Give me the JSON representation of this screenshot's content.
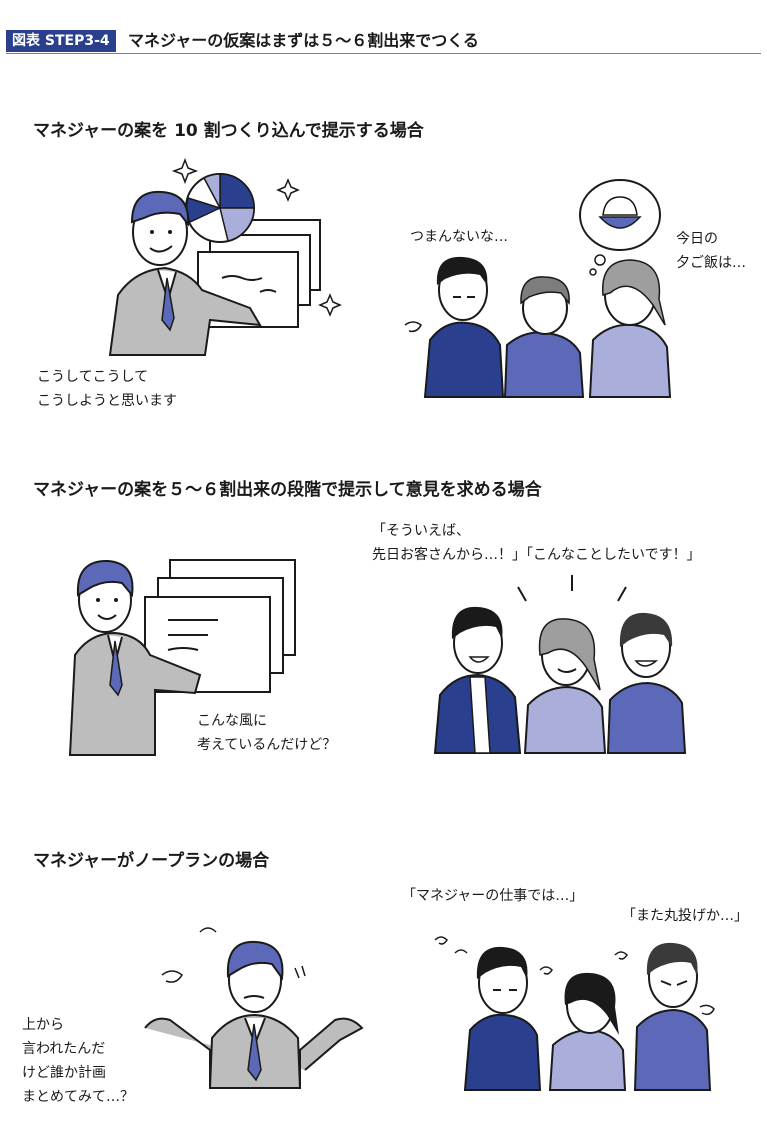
{
  "header": {
    "tag": "図表 STEP3-4",
    "title": "マネジャーの仮案はまずは５〜６割出来でつくる"
  },
  "sections": [
    {
      "title": "マネジャーの案を 10 割つくり込んで提示する場合",
      "manager_speech": [
        "こうしてこうして",
        "こうしようと思います"
      ],
      "team_bubbles": [
        "つまんないな…",
        "今日の",
        "夕ご飯は…"
      ]
    },
    {
      "title": "マネジャーの案を５〜６割出来の段階で提示して意見を求める場合",
      "team_bubbles": [
        "「そういえば、",
        "先日お客さんから…！」「こんなことしたいです！」"
      ],
      "manager_speech": [
        "こんな風に",
        "考えているんだけど？"
      ]
    },
    {
      "title": "マネジャーがノープランの場合",
      "team_bubbles": [
        "「マネジャーの仕事では…」",
        "「また丸投げか…」"
      ],
      "manager_speech": [
        "上から",
        "言われたんだ",
        "けど誰か計画",
        "まとめてみて…？"
      ]
    }
  ],
  "colors": {
    "navy": "#2b3f8f",
    "blue": "#5c69b8",
    "lavender": "#a9aedb",
    "gray_suit": "#bdbdbd",
    "line": "#1a1a1a"
  }
}
